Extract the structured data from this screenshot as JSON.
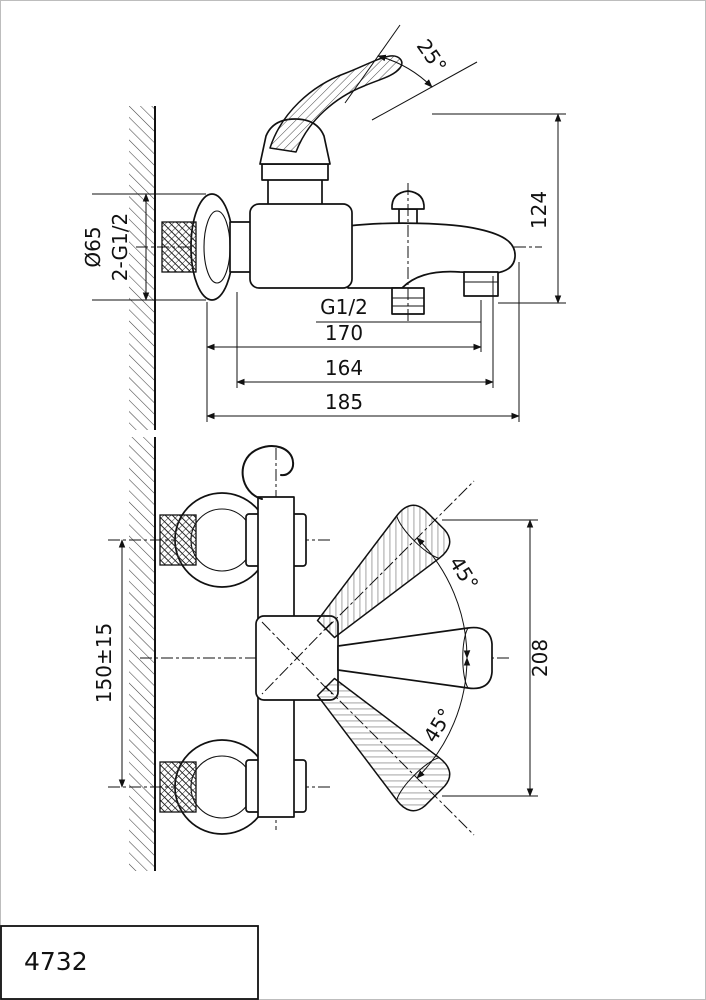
{
  "side_view": {
    "handle_angle": "25°",
    "height": "124",
    "escutcheon_diameter": "Ø65",
    "wall_connections": "2-G1/2",
    "outlet_thread": "G1/2",
    "dim_170": "170",
    "dim_164": "164",
    "dim_185": "185"
  },
  "front_view": {
    "handle_swing_upper": "45°",
    "handle_swing_lower": "45°",
    "handle_span": "208",
    "inlet_spacing": "150±15"
  },
  "title_block": {
    "model_number": "4732"
  },
  "colors": {
    "line": "#111111",
    "background": "#ffffff",
    "frame": "#bdbdbd"
  }
}
